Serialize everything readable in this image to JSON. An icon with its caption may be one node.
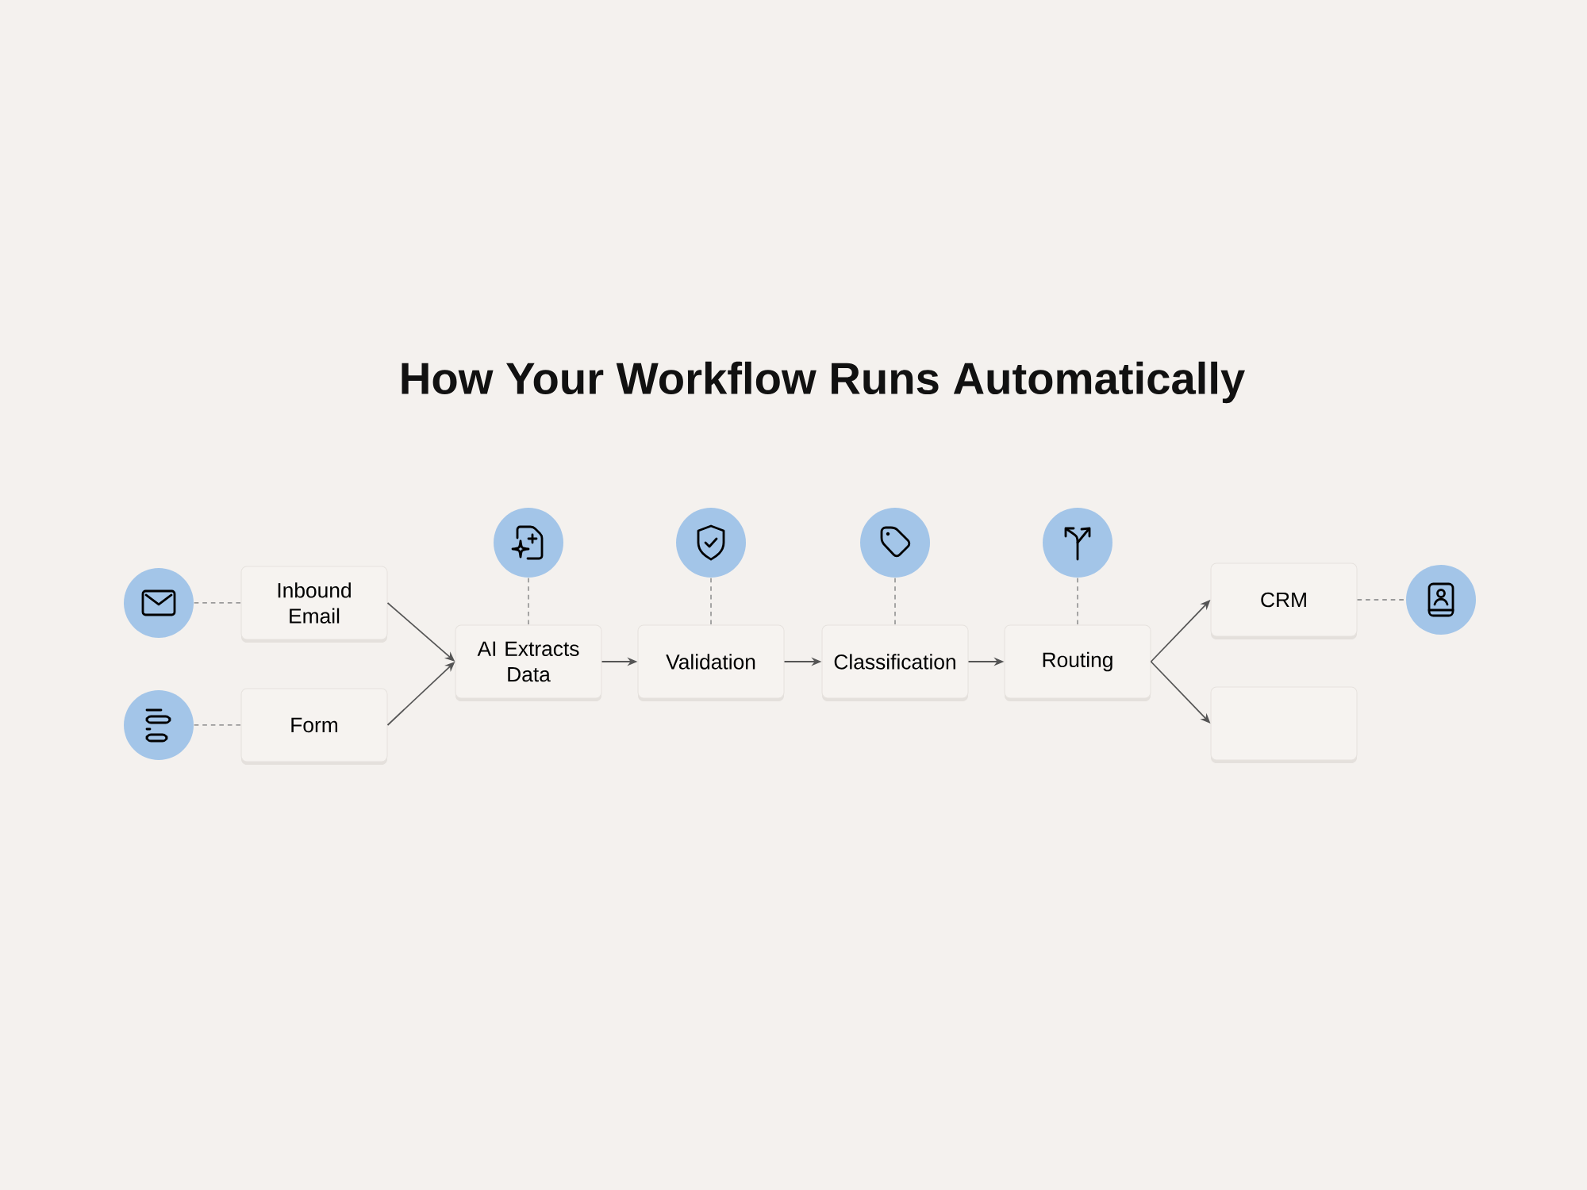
{
  "diagram": {
    "title": "How Your Workflow Runs Automatically",
    "nodes": [
      {
        "text": [],
        "shape": "circle"
      },
      {
        "text": [
          "Inbound Email"
        ]
      },
      {
        "text": [],
        "shape": "circle"
      },
      {
        "text": [
          "Form"
        ]
      },
      {
        "text": [],
        "shape": "circle"
      },
      {
        "text": [
          "AI Extracts Data"
        ]
      },
      {
        "text": [],
        "shape": "circle"
      },
      {
        "text": [
          "Validation"
        ]
      },
      {
        "text": [],
        "shape": "circle"
      },
      {
        "text": [
          "Classification"
        ]
      },
      {
        "text": [],
        "shape": "circle"
      },
      {
        "text": [
          "Routing"
        ]
      },
      {
        "text": [
          "CRM"
        ]
      },
      {
        "text": [],
        "shape": "circle"
      },
      {
        "text": [],
        "shape": "box"
      }
    ],
    "edges": [
      {
        "from": 0,
        "to": 1,
        "arrow": "none",
        "style": "dashed"
      },
      {
        "from": 2,
        "to": 3,
        "arrow": "none",
        "style": "dashed"
      },
      {
        "from": 1,
        "to": 5,
        "arrow": "to"
      },
      {
        "from": 3,
        "to": 5,
        "arrow": "to"
      },
      {
        "from": 4,
        "to": 5,
        "arrow": "none",
        "style": "dashed"
      },
      {
        "from": 5,
        "to": 7,
        "arrow": "to"
      },
      {
        "from": 6,
        "to": 7,
        "arrow": "none",
        "style": "dashed"
      },
      {
        "from": 7,
        "to": 9,
        "arrow": "to"
      },
      {
        "from": 8,
        "to": 9,
        "arrow": "none",
        "style": "dashed"
      },
      {
        "from": 9,
        "to": 11,
        "arrow": "to"
      },
      {
        "from": 10,
        "to": 11,
        "arrow": "none",
        "style": "dashed"
      },
      {
        "from": 11,
        "to": 12,
        "arrow": "to"
      },
      {
        "from": 11,
        "to": 14,
        "arrow": "to"
      },
      {
        "from": 12,
        "to": 13,
        "arrow": "none",
        "style": "dashed"
      }
    ]
  }
}
